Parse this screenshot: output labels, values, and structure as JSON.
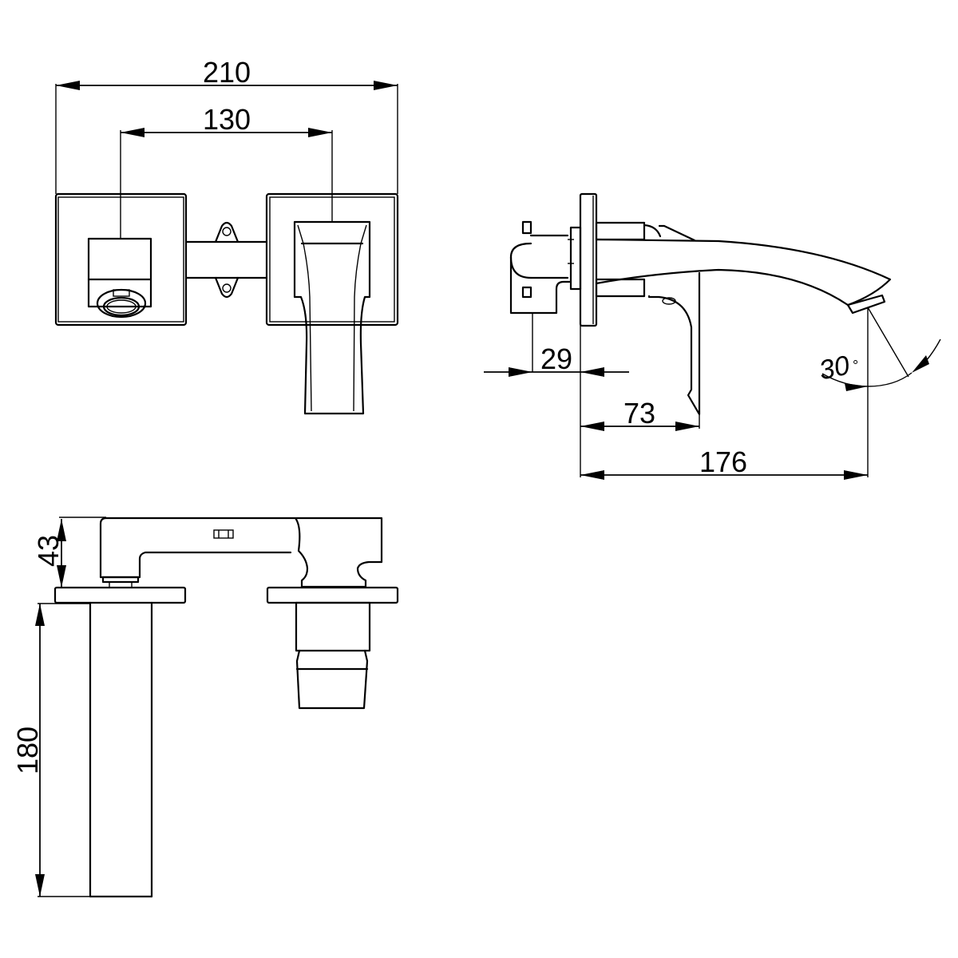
{
  "drawing": {
    "title": "Wall-mounted basin mixer technical drawing",
    "units": "mm",
    "views": {
      "front": {
        "dimensions": {
          "overall_width": "210",
          "handle_to_spout_centres": "130"
        }
      },
      "side": {
        "dimensions": {
          "handle_projection": "29",
          "lever_projection": "73",
          "spout_reach": "176",
          "outlet_angle": "30",
          "degree_symbol": "°"
        }
      },
      "top": {
        "dimensions": {
          "body_height": "43",
          "rough_in_depth": "180"
        }
      }
    },
    "colors": {
      "line": "#000000",
      "background": "#ffffff"
    }
  }
}
